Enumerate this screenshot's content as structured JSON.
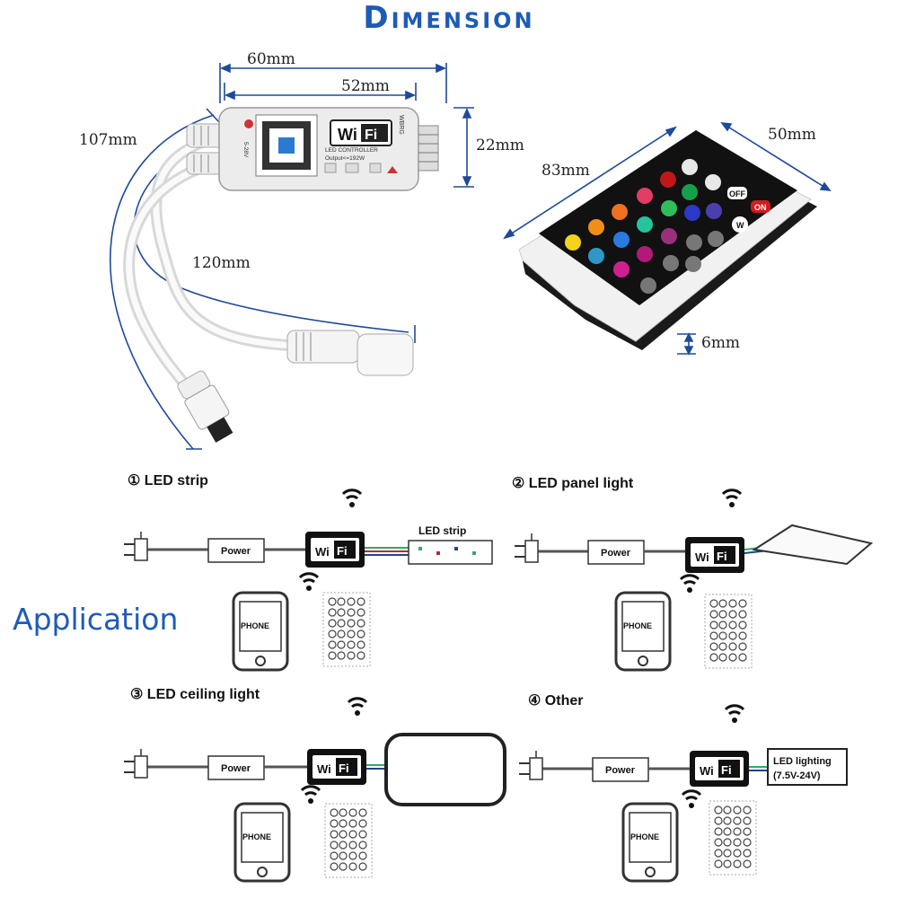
{
  "header": {
    "title": "Dimension"
  },
  "controller_dims": {
    "width_outer": "60mm",
    "width_inner": "52mm",
    "height": "22mm",
    "cable1": "107mm",
    "cable2": "120mm"
  },
  "controller_labels": {
    "wifi_w": "Wi",
    "wifi_f": "Fi",
    "subtitle": "LED CONTROLLER",
    "output": "Output<=192W",
    "pins": "WBRG",
    "voltage": "5-28V"
  },
  "remote_dims": {
    "length": "83mm",
    "width": "50mm",
    "thickness": "6mm"
  },
  "remote_buttons": {
    "off": "OFF",
    "on": "ON",
    "w": "W"
  },
  "application": {
    "label": "Application",
    "sections": [
      {
        "title": "① LED strip",
        "device_label": "LED strip"
      },
      {
        "title": "② LED panel light"
      },
      {
        "title": "③ LED ceiling light"
      },
      {
        "title": "④ Other",
        "device_label_1": "LED lighting",
        "device_label_2": "(7.5V-24V)"
      }
    ],
    "power_label": "Power",
    "phone_label": "PHONE",
    "wifi_w": "Wi",
    "wifi_f": "Fi"
  },
  "colors": {
    "title": "#1e5bb8",
    "application": "#1e5bb8"
  }
}
